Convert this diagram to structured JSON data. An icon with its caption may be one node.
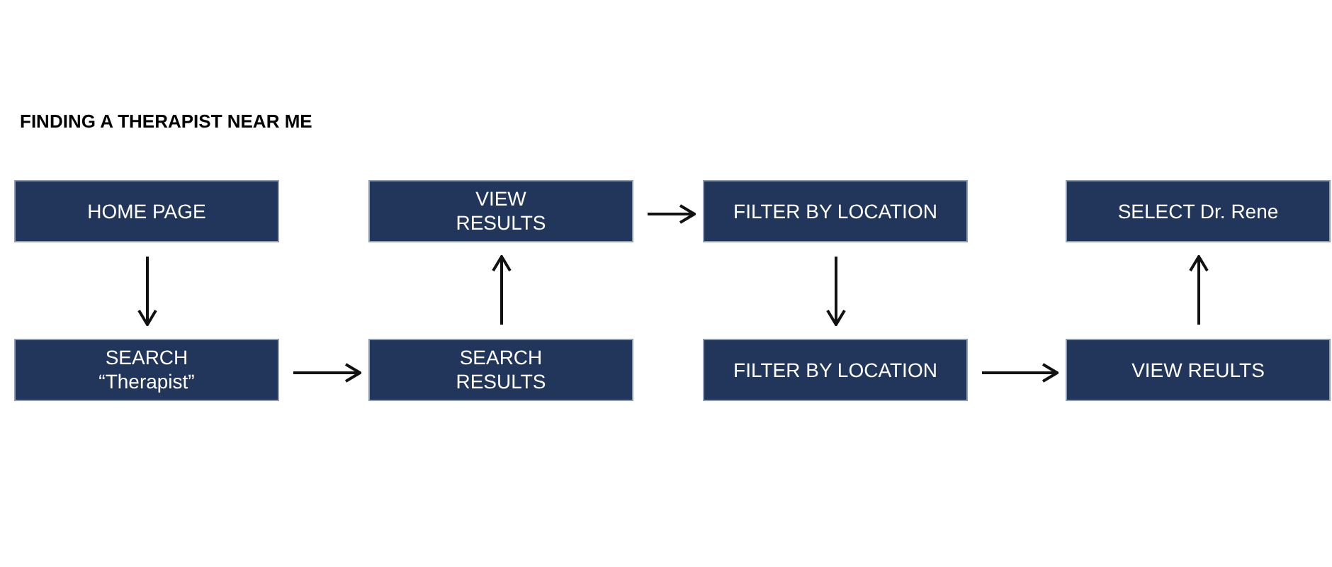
{
  "diagram": {
    "title": "FINDING A THERAPIST NEAR ME",
    "nodes": [
      {
        "text": [
          "HOME PAGE"
        ]
      },
      {
        "text": [
          "VIEW RESULTS"
        ]
      },
      {
        "text": [
          "FILTER BY LOCATION"
        ]
      },
      {
        "text": [
          "SELECT Dr. Rene"
        ]
      },
      {
        "text": [
          "SEARCH “Therapist”"
        ]
      },
      {
        "text": [
          "SEARCH RESULTS"
        ]
      },
      {
        "text": [
          "FILTER BY LOCATION"
        ]
      },
      {
        "text": [
          "VIEW REULTS"
        ]
      }
    ],
    "edges": [
      {
        "from": 0,
        "to": 4,
        "arrow": "to"
      },
      {
        "from": 4,
        "to": 5,
        "arrow": "to"
      },
      {
        "from": 5,
        "to": 1,
        "arrow": "to"
      },
      {
        "from": 1,
        "to": 2,
        "arrow": "to"
      },
      {
        "from": 2,
        "to": 6,
        "arrow": "to"
      },
      {
        "from": 6,
        "to": 7,
        "arrow": "to"
      },
      {
        "from": 7,
        "to": 3,
        "arrow": "to"
      }
    ]
  }
}
